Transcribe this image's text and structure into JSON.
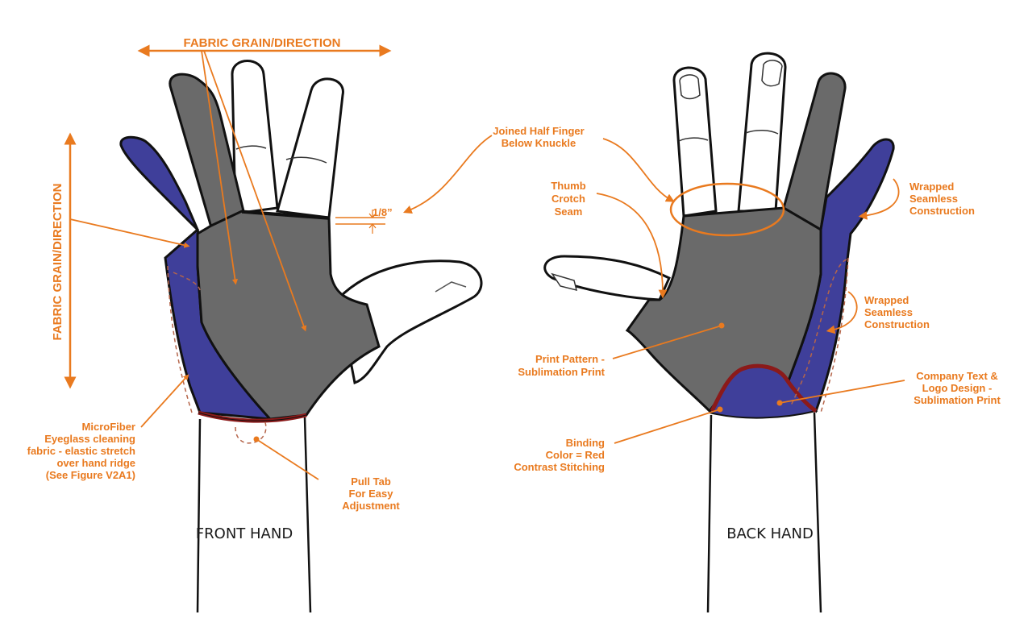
{
  "colors": {
    "callout": "#e97a1f",
    "palm_fabric": "#6a6a6a",
    "side_panel": "#3f3f9a",
    "binding": "#8b1a1a",
    "outline": "#111111",
    "skin": "#ffffff",
    "dashed": "#b5654a"
  },
  "front": {
    "grain_horizontal": "FABRIC GRAIN/DIRECTION",
    "grain_vertical": "FABRIC GRAIN/DIRECTION",
    "dimension": "1/8”",
    "microfiber": [
      "MicroFiber",
      "Eyeglass cleaning",
      "fabric - elastic stretch",
      "over hand ridge",
      "(See Figure V2A1)"
    ],
    "pull_tab": [
      "Pull Tab",
      "For Easy",
      "Adjustment"
    ],
    "caption": "FRONT HAND"
  },
  "back": {
    "joined": [
      "Joined Half Finger",
      "Below Knuckle"
    ],
    "thumb_crotch": [
      "Thumb",
      "Crotch",
      "Seam"
    ],
    "wrapped_1": [
      "Wrapped",
      "Seamless",
      "Construction"
    ],
    "wrapped_2": [
      "Wrapped",
      "Seamless",
      "Construction"
    ],
    "print_pattern": [
      "Print Pattern -",
      "Sublimation Print"
    ],
    "company": [
      "Company Text &",
      "Logo Design -",
      "Sublimation Print"
    ],
    "binding": [
      "Binding",
      "Color = Red",
      "Contrast Stitching"
    ],
    "caption": "BACK HAND"
  }
}
